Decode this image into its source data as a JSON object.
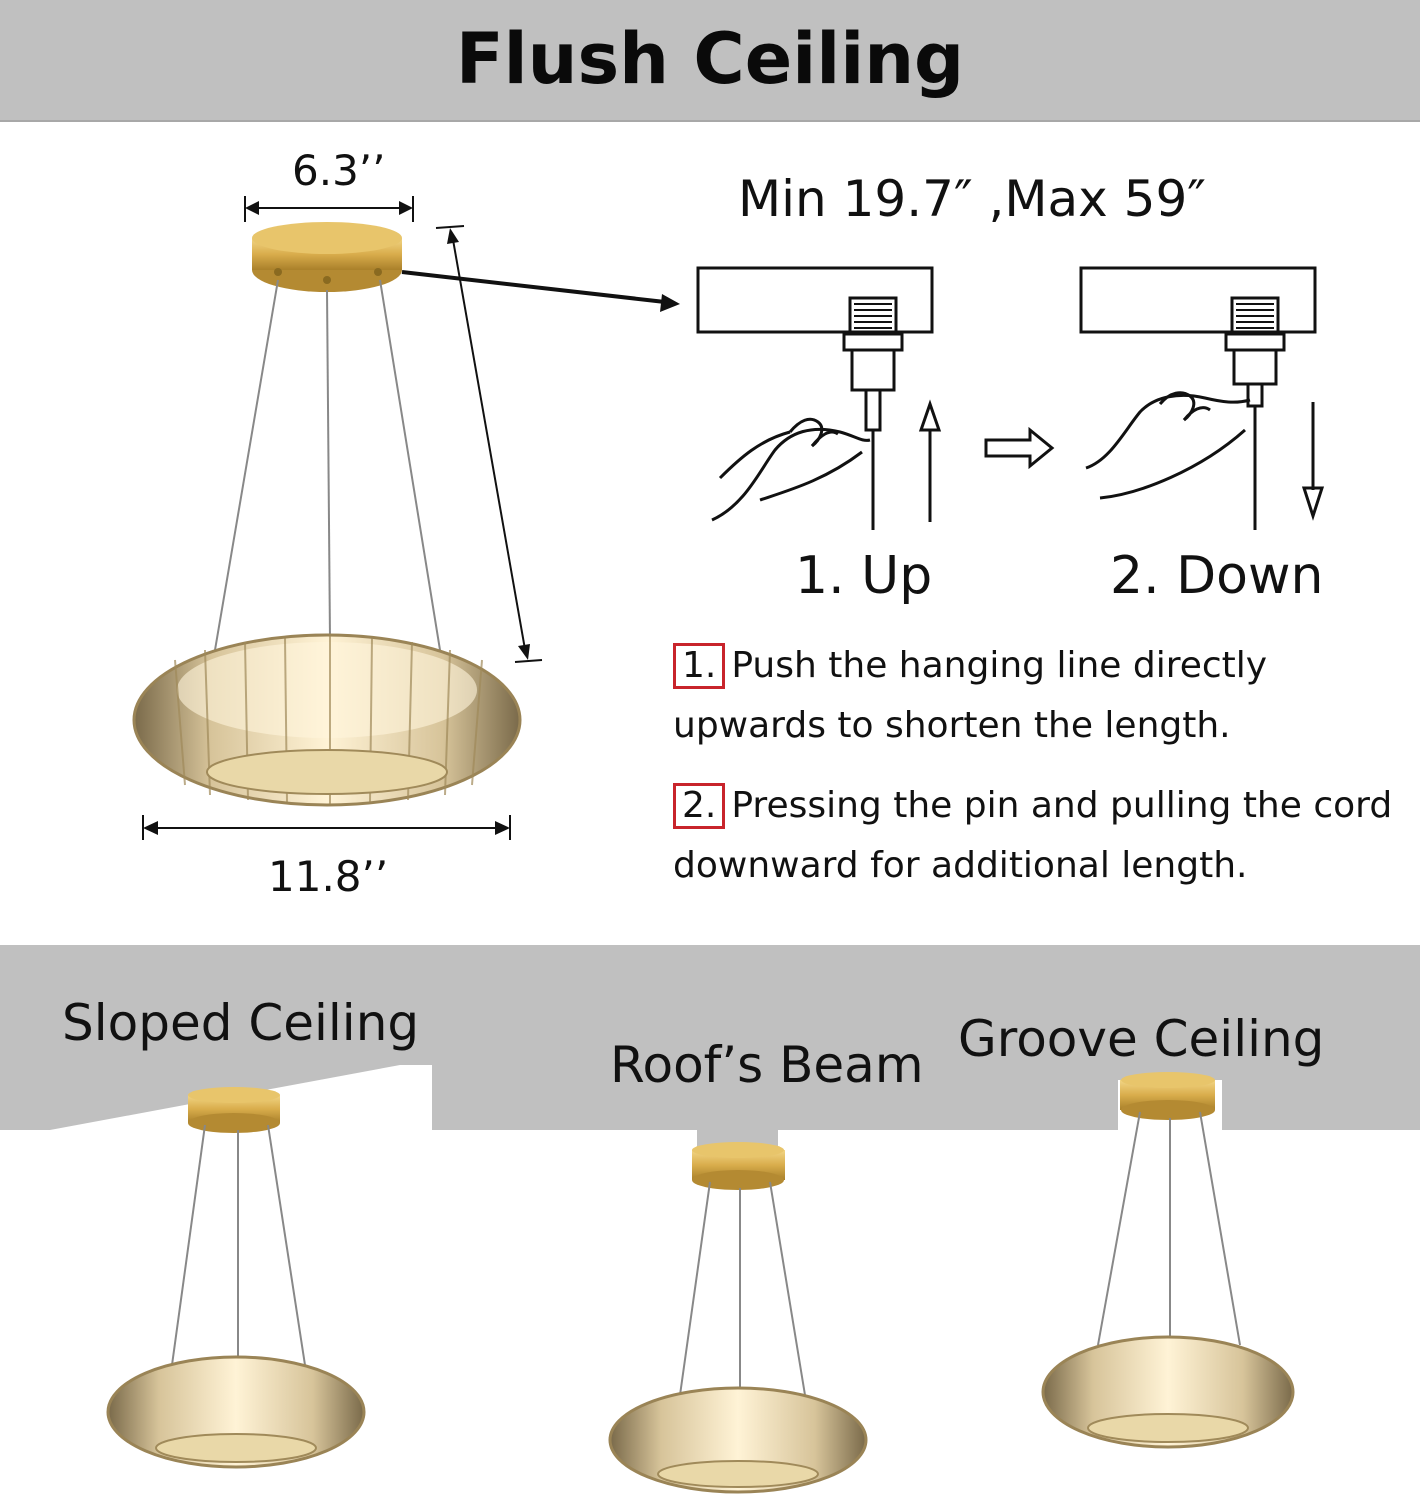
{
  "header": {
    "title": "Flush Ceiling"
  },
  "dimensions": {
    "canopy_width": "6.3’’",
    "ring_width": "11.8’’",
    "length_range": "Min 19.7″ ,Max 59″"
  },
  "steps": [
    {
      "label": "1. Up"
    },
    {
      "label": "2. Down"
    }
  ],
  "instructions": [
    {
      "number": "1.",
      "text": "Push the hanging line directly upwards to shorten the length."
    },
    {
      "number": "2.",
      "text": "Pressing the pin and pulling the cord downward for additional length."
    }
  ],
  "ceiling_types": [
    {
      "label": "Sloped Ceiling"
    },
    {
      "label": "Roof’s Beam"
    },
    {
      "label": "Groove Ceiling"
    }
  ],
  "colors": {
    "band_gray": "#c0c0c0",
    "gold": "#d9ad4c",
    "badge_red": "#c8242b"
  }
}
